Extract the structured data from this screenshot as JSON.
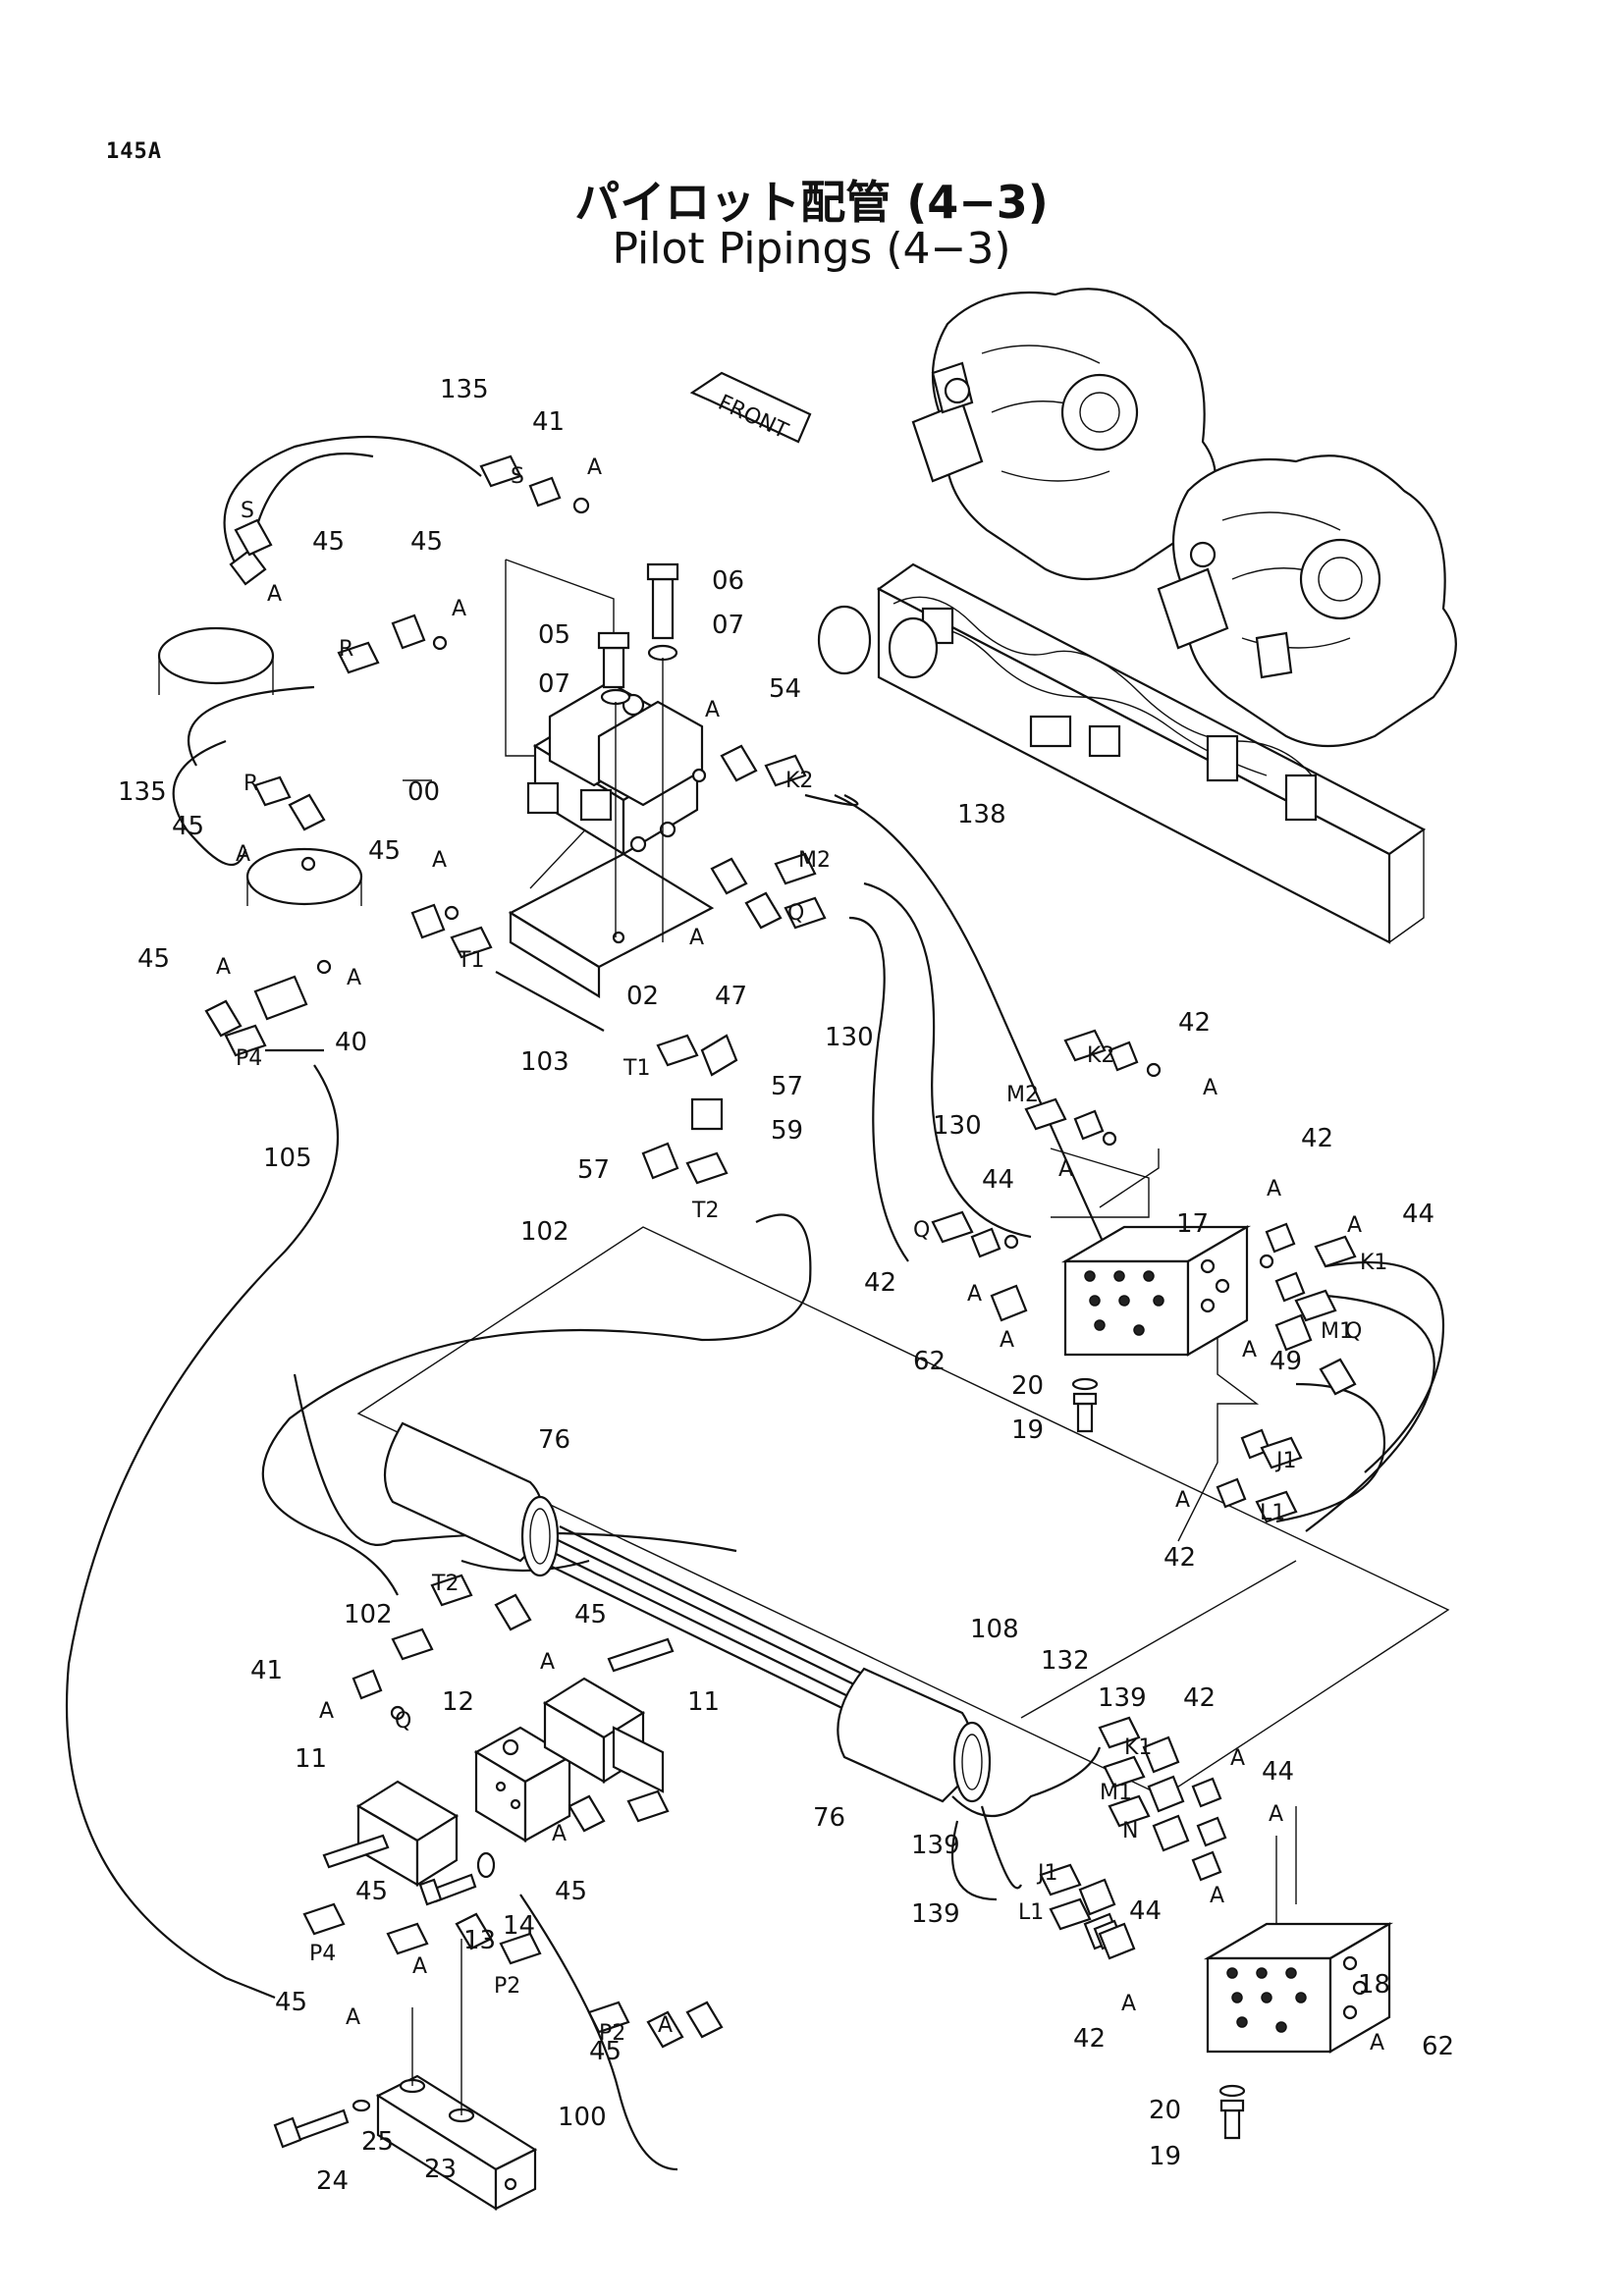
{
  "page_number": "145A",
  "title_jp": "パイロット配管 (4−3)",
  "title_en": "Pilot Pipings (4−3)",
  "front_tag": "FRONT",
  "callouts": {
    "c135a": "135",
    "c135b": "135",
    "c41a": "41",
    "c41b": "41",
    "c45a": "45",
    "c45b": "45",
    "c45c": "45",
    "c45d": "45",
    "c45e": "45",
    "c45f": "45",
    "c45g": "45",
    "c45h": "45",
    "c45i": "45",
    "c45j": "45",
    "c06": "06",
    "c07a": "07",
    "c07b": "07",
    "c05": "05",
    "c54": "54",
    "c00": "00",
    "c02": "02",
    "c47": "47",
    "c40": "40",
    "c138": "138",
    "c103": "103",
    "c57a": "57",
    "c57b": "57",
    "c59": "59",
    "c105": "105",
    "c130a": "130",
    "c130b": "130",
    "c42a": "42",
    "c42b": "42",
    "c42c": "42",
    "c42d": "42",
    "c42e": "42",
    "c42f": "42",
    "c44a": "44",
    "c44b": "44",
    "c44c": "44",
    "c44d": "44",
    "c17": "17",
    "c18": "18",
    "c62a": "62",
    "c62b": "62",
    "c20a": "20",
    "c20b": "20",
    "c19a": "19",
    "c19b": "19",
    "c49": "49",
    "c102a": "102",
    "c102b": "102",
    "c76a": "76",
    "c76b": "76",
    "c108": "108",
    "c132": "132",
    "c139a": "139",
    "c139b": "139",
    "c139c": "139",
    "c11a": "11",
    "c11b": "11",
    "c12": "12",
    "c13": "13",
    "c14": "14",
    "c100": "100",
    "c23": "23",
    "c24": "24",
    "c25": "25"
  },
  "ports": {
    "S1": "S",
    "S2": "S",
    "R1": "R",
    "R2": "R",
    "K2a": "K2",
    "K2b": "K2",
    "M2a": "M2",
    "M2b": "M2",
    "Qa": "Q",
    "Qb": "Q",
    "Qc": "Q",
    "Qd": "Q",
    "T1a": "T1",
    "T1b": "T1",
    "T2a": "T2",
    "T2b": "T2",
    "P4a": "P4",
    "P4b": "P4",
    "K1a": "K1",
    "K1b": "K1",
    "M1a": "M1",
    "M1b": "M1",
    "J1a": "J1",
    "J1b": "J1",
    "L1a": "L1",
    "L1b": "L1",
    "N": "N",
    "P2a": "P2",
    "P2b": "P2"
  },
  "ref_letter": "A"
}
